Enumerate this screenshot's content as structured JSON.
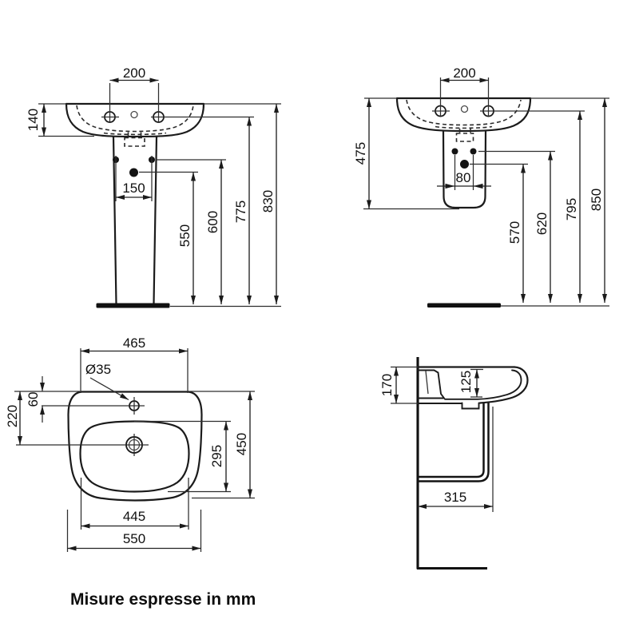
{
  "note": {
    "text": "Misure espresse in mm"
  },
  "colors": {
    "background": "#ffffff",
    "line": "#1b1b1b"
  },
  "views": {
    "front_pedestal": {
      "label": "basin with full pedestal - front view",
      "dims": {
        "tap_hole_spacing": "200",
        "rim_depth": "140",
        "pedestal_fixing_spacing": "150",
        "drain_height": "550",
        "fixing_holes_height": "600",
        "tap_deck_height": "775",
        "overall_height": "830"
      }
    },
    "front_semi_pedestal": {
      "label": "basin with semi-pedestal - front view",
      "dims": {
        "tap_hole_spacing": "200",
        "basin_with_semi_pedestal_height": "475",
        "fixing_spacing": "80",
        "drain_height": "570",
        "fixing_holes_height": "620",
        "tap_deck_height": "795",
        "overall_height": "850"
      }
    },
    "plan": {
      "label": "basin - plan view",
      "dims": {
        "top_edge_width": "465",
        "tap_hole_diameter": "Ø35",
        "tap_hole_offset": "60",
        "drain_offset": "220",
        "bowl_depth": "295",
        "overall_depth": "450",
        "bowl_width": "445",
        "overall_width": "550"
      }
    },
    "side": {
      "label": "basin - side view",
      "dims": {
        "rim_to_underside": "170",
        "bowl_inner_depth": "125",
        "wall_projection": "315"
      }
    }
  }
}
